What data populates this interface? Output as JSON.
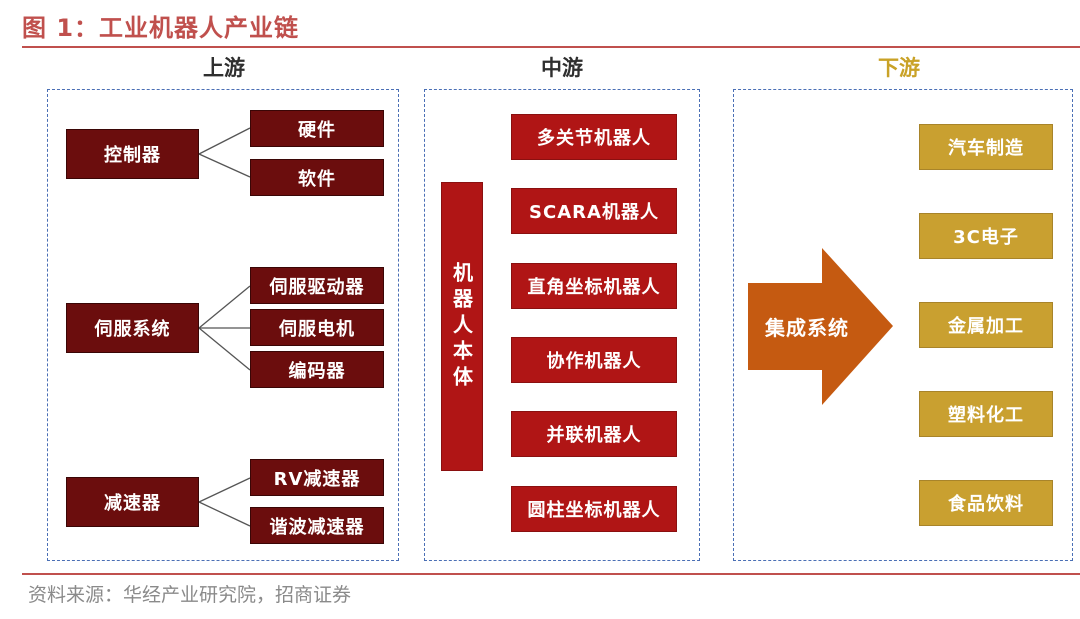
{
  "title": "图 1：工业机器人产业链",
  "columns": {
    "upstream": "上游",
    "midstream": "中游",
    "downstream": "下游"
  },
  "upstream": {
    "controller": "控制器",
    "hardware": "硬件",
    "software": "软件",
    "servo_system": "伺服系统",
    "servo_drive": "伺服驱动器",
    "servo_motor": "伺服电机",
    "encoder": "编码器",
    "reducer": "减速器",
    "rv_reducer": "RV减速器",
    "harmonic_reducer": "谐波减速器"
  },
  "midstream": {
    "robot_body": "机器人本体",
    "items": [
      "多关节机器人",
      "SCARA机器人",
      "直角坐标机器人",
      "协作机器人",
      "并联机器人",
      "圆柱坐标机器人"
    ]
  },
  "integration": "集成系统",
  "downstream": {
    "items": [
      "汽车制造",
      "3C电子",
      "金属加工",
      "塑料化工",
      "食品饮料"
    ]
  },
  "source": "资料来源：华经产业研究院，招商证券",
  "colors": {
    "title_red": "#c0504d",
    "maroon": "#6b0d0d",
    "red": "#b01515",
    "gold": "#c9a030",
    "arrow_orange": "#c55a11",
    "panel_border": "#4a6fb5"
  }
}
